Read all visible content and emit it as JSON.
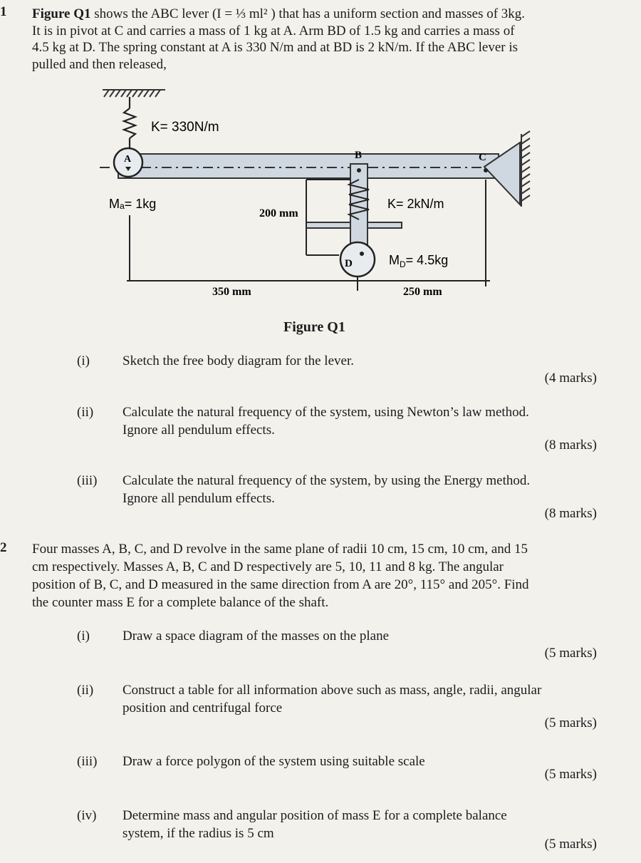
{
  "q1": {
    "number": "1",
    "intro_lines": [
      "shows the ABC lever (I = ⅓ ml² ) that has a uniform section and masses of 3kg.",
      "It is in pivot at C and carries a mass of 1 kg at A. Arm BD of 1.5 kg and carries a mass of",
      "4.5 kg at D. The spring constant at A is 330 N/m and at BD is 2 kN/m. If the ABC lever is",
      "pulled and then released,"
    ],
    "intro_lead": "Figure Q1",
    "figure": {
      "caption": "Figure Q1",
      "labels": {
        "k_top": "K= 330N/m",
        "a": "A",
        "b": "B",
        "c": "C",
        "ma": "Mₐ= 1kg",
        "dim_200": "200 mm",
        "k_bd": "K= 2kN/m",
        "d": "D",
        "md": "M_D= 4.5kg",
        "dim_350": "350 mm",
        "dim_250": "250 mm"
      }
    },
    "parts": [
      {
        "roman": "(i)",
        "lines": [
          "Sketch the free body diagram for the lever."
        ],
        "marks": "(4 marks)"
      },
      {
        "roman": "(ii)",
        "lines": [
          "Calculate the natural frequency of the system, using Newton’s law method.",
          "Ignore all pendulum effects."
        ],
        "marks": "(8 marks)"
      },
      {
        "roman": "(iii)",
        "lines": [
          "Calculate the natural frequency of the system, by using the Energy method.",
          "Ignore all pendulum effects."
        ],
        "marks": "(8 marks)"
      }
    ]
  },
  "q2": {
    "number": "2",
    "intro_lines": [
      "Four masses A, B, C, and D revolve in the same plane of radii 10 cm, 15 cm, 10 cm, and 15",
      "cm respectively. Masses A, B, C and D respectively are 5, 10, 11 and 8 kg. The angular",
      "position of B, C, and D measured in the same direction from A are 20°, 115° and 205°. Find",
      "the counter mass E for a complete balance of the shaft."
    ],
    "parts": [
      {
        "roman": "(i)",
        "lines": [
          "Draw a space diagram of the masses on the plane"
        ],
        "marks": "(5 marks)"
      },
      {
        "roman": "(ii)",
        "lines": [
          "Construct a table for all information above such as mass, angle, radii, angular",
          "position and centrifugal force"
        ],
        "marks": "(5 marks)"
      },
      {
        "roman": "(iii)",
        "lines": [
          "Draw a force polygon of the system using suitable scale"
        ],
        "marks": "(5 marks)"
      },
      {
        "roman": "(iv)",
        "lines": [
          "Determine mass and angular position of mass E for a complete balance",
          "system, if the radius is 5 cm"
        ],
        "marks": "(5 marks)"
      }
    ]
  }
}
